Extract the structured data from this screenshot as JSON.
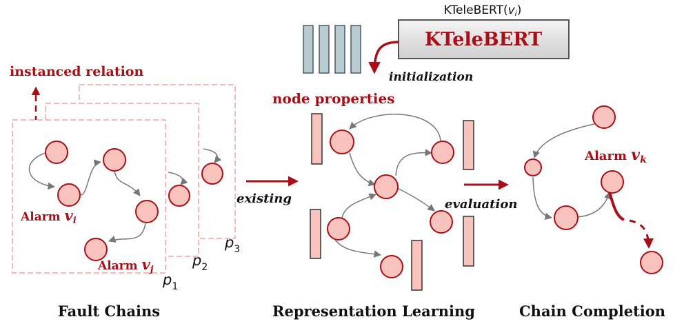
{
  "colors": {
    "accent": "#a80f17",
    "node_fill": "#f7c3bc",
    "node_stroke": "#a80f17",
    "edge": "#777777",
    "page_border": "#f0a6a0",
    "embedding_fill": "#b8cbd0",
    "embedding_stroke": "#4c5a60",
    "property_fill": "#f7c3bc",
    "property_stroke": "#333333",
    "model_box_fill": "#e2e2e2"
  },
  "model": {
    "caption": "KTeleBERT",
    "caption_arg": "v",
    "caption_sub": "i",
    "box_label": "KTeleBERT",
    "arrow_label": "initialization"
  },
  "fault_chains": {
    "instanced_relation": "instanced relation",
    "alarm_i": "Alarm ",
    "alarm_i_var": "v",
    "alarm_i_sub": "i",
    "alarm_j": "Alarm ",
    "alarm_j_var": "v",
    "alarm_j_sub": "j",
    "pages": [
      {
        "var": "p",
        "sub": "1"
      },
      {
        "var": "p",
        "sub": "2"
      },
      {
        "var": "p",
        "sub": "3"
      }
    ],
    "title": "Fault Chains"
  },
  "representation": {
    "node_properties": "node properties",
    "existing": "existing",
    "evaluation": "evaluation",
    "title": "Representation Learning"
  },
  "completion": {
    "alarm_k": "Alarm ",
    "alarm_k_var": "v",
    "alarm_k_sub": "k",
    "title": "Chain Completion"
  }
}
